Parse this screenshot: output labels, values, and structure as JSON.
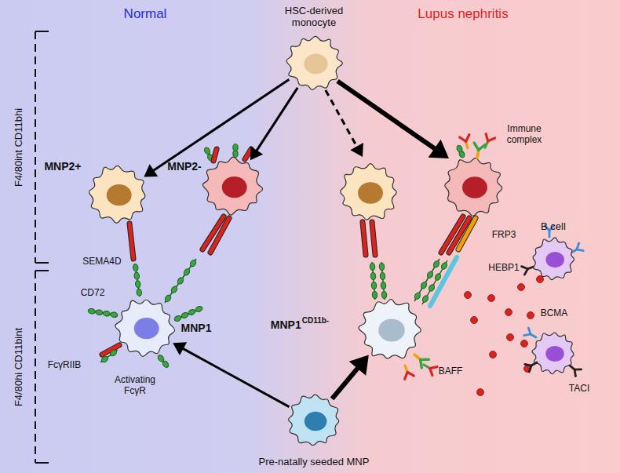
{
  "diagram": {
    "nodes": [
      {
        "text": [
          "HSC-derived monocyte"
        ]
      },
      {
        "text": [
          "MNP2+"
        ]
      },
      {
        "text": [
          "MNP2-"
        ]
      },
      {
        "text": [
          "MNP1"
        ]
      },
      {
        "text": [
          "MNP1",
          "CD11b-"
        ]
      },
      {
        "text": [
          "Pre-natally seeded MNP"
        ]
      },
      {
        "text": [
          "B cell"
        ]
      }
    ],
    "edges": [
      {
        "from": 0,
        "to": 1,
        "arrow": "to"
      },
      {
        "from": 0,
        "to": 2,
        "arrow": "to"
      },
      {
        "from": 5,
        "to": 3,
        "arrow": "to"
      },
      {
        "from": 5,
        "to": 4,
        "arrow": "to"
      }
    ],
    "labels": [
      "Normal",
      "Lupus nephritis",
      "F4/80int CD11bhi",
      "F4/80hi CD11bint",
      "SEMA4D",
      "CD72",
      "FcγRIIB",
      "Activating FcγR",
      "Immune complex",
      "FRP3",
      "HEBP1",
      "BAFF",
      "BCMA",
      "TACI"
    ]
  }
}
